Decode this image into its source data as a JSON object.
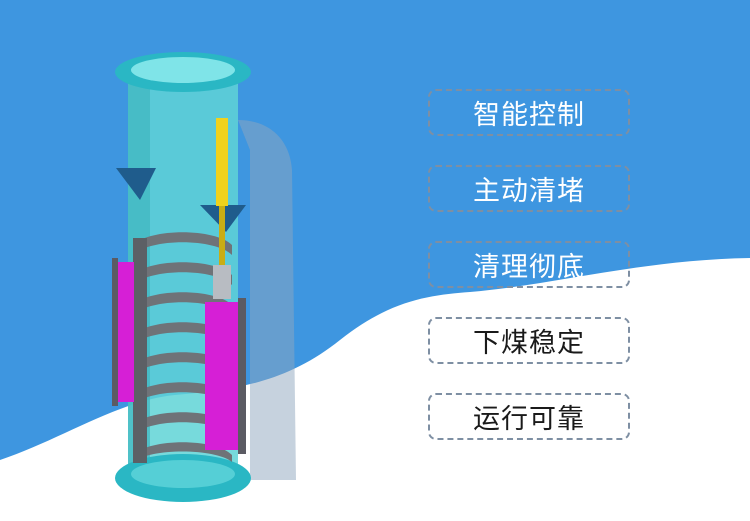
{
  "features": [
    {
      "label": "智能控制"
    },
    {
      "label": "主动清堵"
    },
    {
      "label": "清理彻底"
    },
    {
      "label": "下煤稳定"
    },
    {
      "label": "运行可靠"
    }
  ],
  "colors": {
    "background_blue": "#3e96e0",
    "white_wave": "#ffffff",
    "pipe_cyan": "#5fd3d6",
    "flange_teal": "#2ab7c4",
    "coil_grey": "#6f7378",
    "panel_magenta": "#d61fd6",
    "rod_yellow": "#f0d21c"
  },
  "illustration": {
    "icon": "coal-hopper-cleaner-device-icon"
  }
}
